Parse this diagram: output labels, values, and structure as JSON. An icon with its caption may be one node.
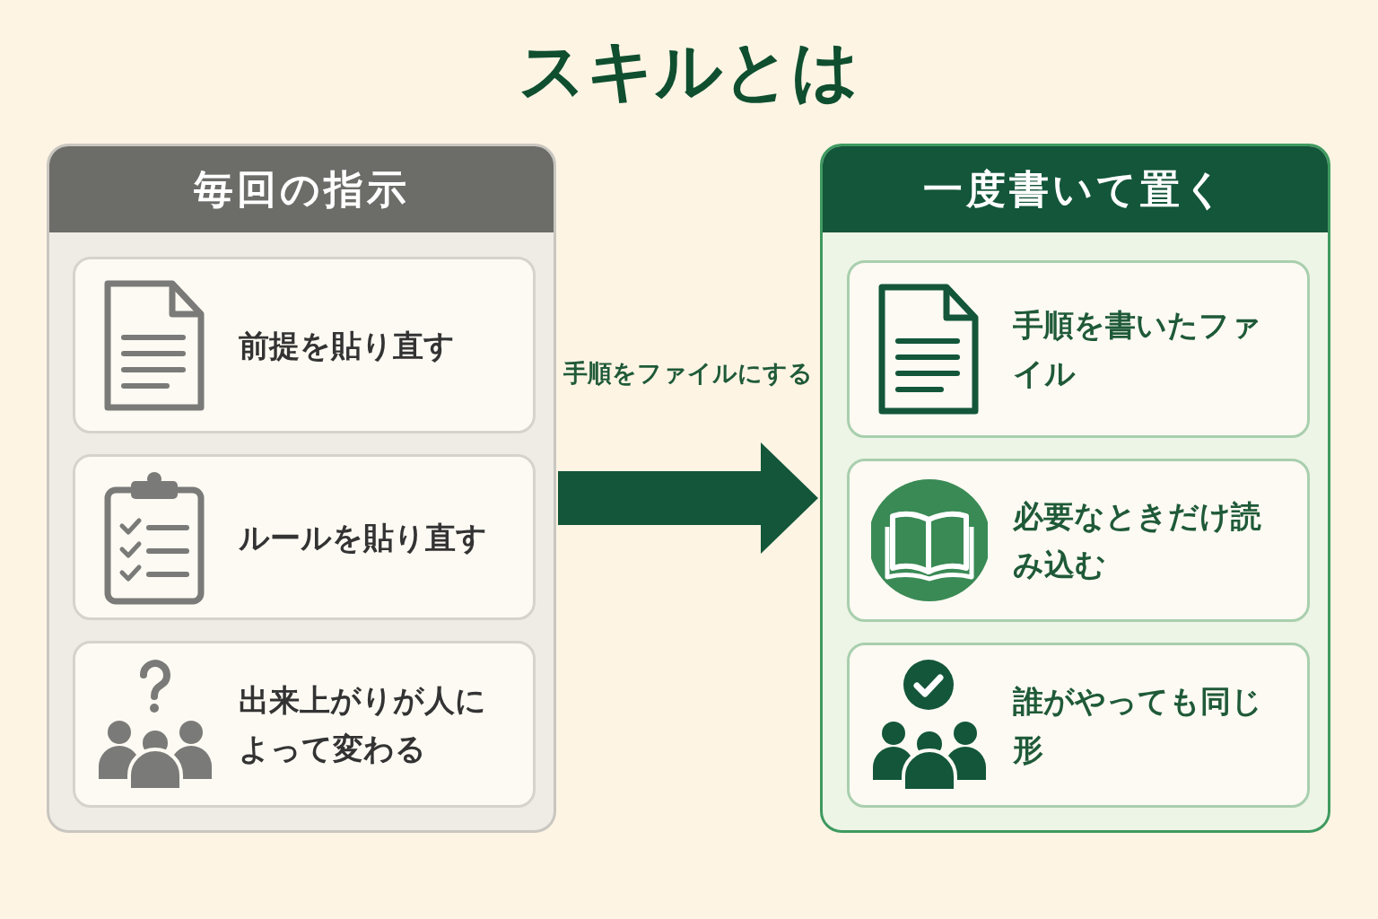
{
  "diagram": {
    "title": "スキルとは",
    "nodes": [
      {
        "text": [
          "毎回の指示"
        ]
      },
      {
        "text": [
          "前提を貼り直す"
        ],
        "in": 0
      },
      {
        "text": [
          "ルールを貼り直す"
        ],
        "in": 0
      },
      {
        "text": [
          "出来上がりが人によって変わる"
        ],
        "in": 0
      },
      {
        "text": [
          "一度書いて置く"
        ]
      },
      {
        "text": [
          "手順を書いたファイル"
        ],
        "in": 4
      },
      {
        "text": [
          "必要なときだけ読み込む"
        ],
        "in": 4
      },
      {
        "text": [
          "誰がやっても同じ形"
        ],
        "in": 4
      }
    ],
    "edges": [
      {
        "from": 0,
        "to": 4,
        "arrow": "to",
        "label": "手順をファイルにする"
      }
    ]
  }
}
